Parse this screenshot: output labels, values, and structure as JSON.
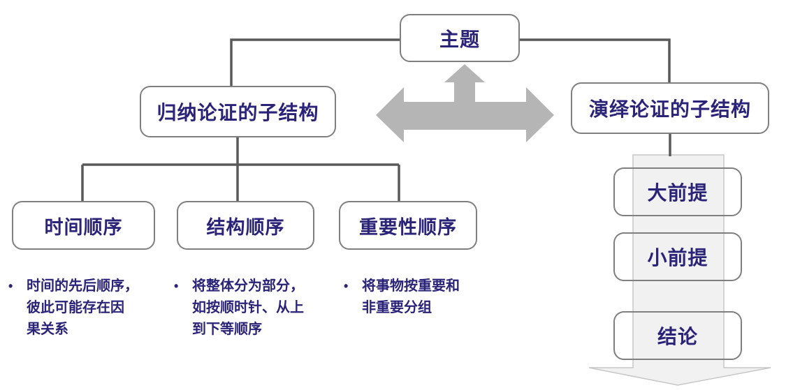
{
  "colors": {
    "text": "#2A2377",
    "box_border": "#7F7F7F",
    "connector": "#595959",
    "center_arrow_gray": "#B5B5B5",
    "flow_arrow_fill": "#F1F1F2",
    "flow_arrow_border": "#C7C7C7",
    "background": "#FFFFFF"
  },
  "topic": {
    "label": "主题"
  },
  "inductive": {
    "label": "归纳论证的子结构",
    "bullet_glyph": "•",
    "children": [
      {
        "label": "时间顺序",
        "note_lines": [
          "时间的先后顺序，",
          "彼此可能存在因",
          "果关系"
        ]
      },
      {
        "label": "结构顺序",
        "note_lines": [
          "将整体分为部分，",
          "如按顺时针、从上",
          "到下等顺序"
        ]
      },
      {
        "label": "重要性顺序",
        "note_lines": [
          "将事物按重要和",
          "非重要分组"
        ]
      }
    ]
  },
  "deductive": {
    "label": "演绎论证的子结构",
    "steps": [
      {
        "label": "大前提"
      },
      {
        "label": "小前提"
      },
      {
        "label": "结论"
      }
    ]
  },
  "icons": {
    "center_arrow": "three-way-double-arrow-with-up-branch",
    "flow_arrow": "large-down-flow-arrow"
  }
}
